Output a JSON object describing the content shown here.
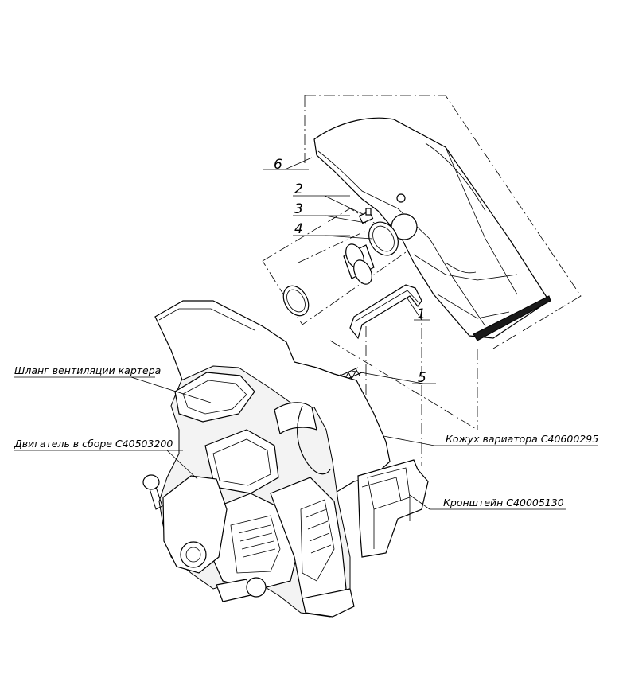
{
  "callouts": {
    "n1": "1",
    "n2": "2",
    "n3": "3",
    "n4": "4",
    "n5": "5",
    "n6": "6"
  },
  "labels": {
    "hose": "Шланг вентиляции картера",
    "engine": "Двигатель в сборе C40503200",
    "cover": "Кожух вариатора C40600295",
    "bracket": "Кронштейн C40005130"
  }
}
